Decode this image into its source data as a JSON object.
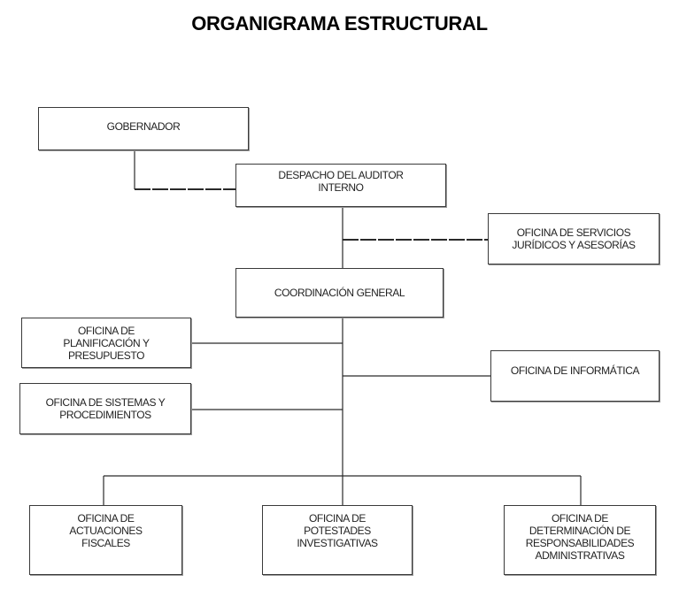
{
  "title": "ORGANIGRAMA ESTRUCTURAL",
  "nodes": {
    "gobernador": "GOBERNADOR",
    "despacho": "DESPACHO DEL AUDITOR\nINTERNO",
    "servicios_juridicos": "OFICINA DE SERVICIOS\nJURÍDICOS Y ASESORÍAS",
    "coordinacion": "COORDINACIÓN GENERAL",
    "planificacion": "OFICINA DE\nPLANIFICACIÓN Y\nPRESUPUESTO",
    "informatica": "OFICINA DE INFORMÁTICA",
    "sistemas": "OFICINA DE SISTEMAS Y\nPROCEDIMIENTOS",
    "actuaciones": "OFICINA DE\nACTUACIONES\nFISCALES",
    "potestades": "OFICINA DE\nPOTESTADES\nINVESTIGATIVAS",
    "determinacion": "OFICINA DE\nDETERMINACIÓN DE\nRESPONSABILIDADES\nADMINISTRATIVAS"
  },
  "edges": [
    {
      "from": "GOBERNADOR",
      "to": "DESPACHO DEL AUDITOR INTERNO",
      "style": "dashed"
    },
    {
      "from": "DESPACHO DEL AUDITOR INTERNO",
      "to": "COORDINACIÓN GENERAL",
      "style": "solid"
    },
    {
      "from": "DESPACHO DEL AUDITOR INTERNO",
      "to": "OFICINA DE SERVICIOS JURÍDICOS Y ASESORÍAS",
      "style": "dashed"
    },
    {
      "from": "COORDINACIÓN GENERAL",
      "to": "OFICINA DE PLANIFICACIÓN Y PRESUPUESTO",
      "style": "solid"
    },
    {
      "from": "COORDINACIÓN GENERAL",
      "to": "OFICINA DE INFORMÁTICA",
      "style": "solid"
    },
    {
      "from": "COORDINACIÓN GENERAL",
      "to": "OFICINA DE SISTEMAS Y PROCEDIMIENTOS",
      "style": "solid"
    },
    {
      "from": "COORDINACIÓN GENERAL",
      "to": "OFICINA DE ACTUACIONES FISCALES",
      "style": "solid"
    },
    {
      "from": "COORDINACIÓN GENERAL",
      "to": "OFICINA DE POTESTADES INVESTIGATIVAS",
      "style": "solid"
    },
    {
      "from": "COORDINACIÓN GENERAL",
      "to": "OFICINA DE DETERMINACIÓN DE RESPONSABILIDADES ADMINISTRATIVAS",
      "style": "solid"
    }
  ]
}
